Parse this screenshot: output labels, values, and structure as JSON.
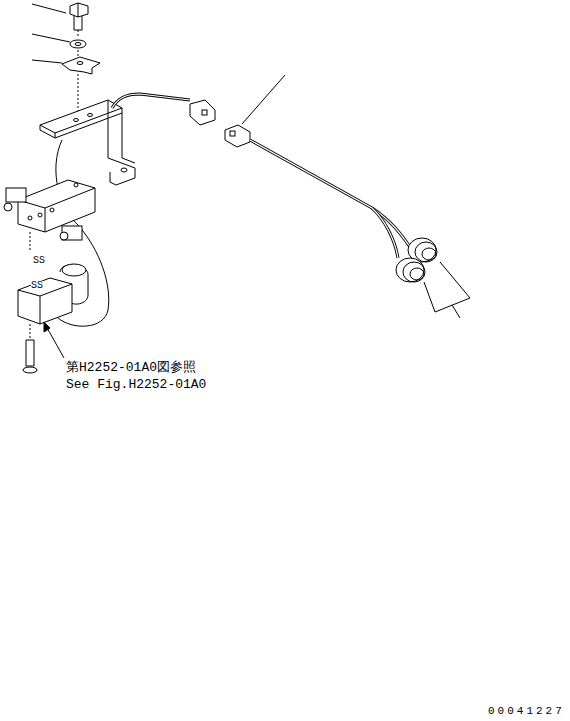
{
  "diagram": {
    "labels": [
      "SS",
      "SS",
      "第H2252-01A0図参照",
      "See Fig.H2252-01A0",
      "00041227"
    ]
  }
}
